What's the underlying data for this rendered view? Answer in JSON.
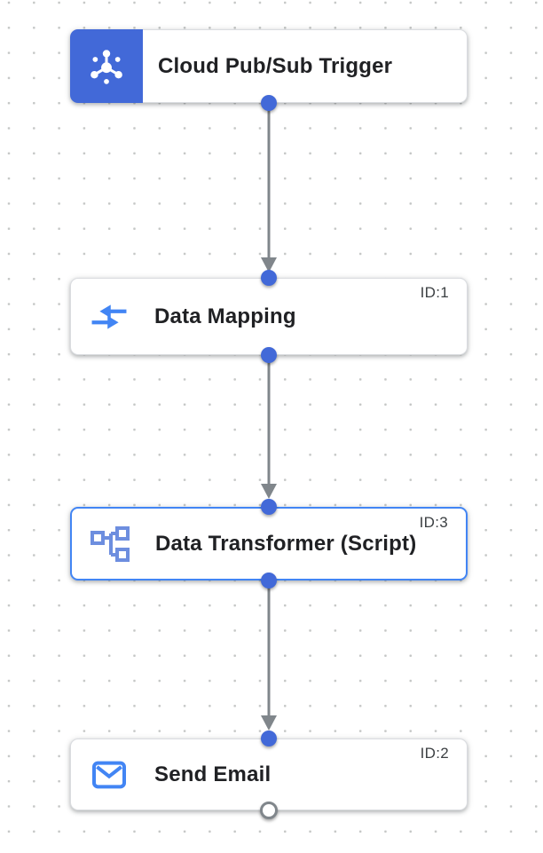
{
  "flow": {
    "nodes": [
      {
        "title": "Cloud Pub/Sub Trigger",
        "icon": "pubsub-icon",
        "kind": "trigger"
      },
      {
        "title": "Data Mapping",
        "id_label": "ID:1",
        "icon": "data-mapping-icon",
        "kind": "task"
      },
      {
        "title": "Data Transformer (Script)",
        "id_label": "ID:3",
        "icon": "data-transformer-icon",
        "kind": "task",
        "selected": true
      },
      {
        "title": "Send Email",
        "id_label": "ID:2",
        "icon": "email-icon",
        "kind": "task"
      }
    ],
    "edges": [
      {
        "from": "Cloud Pub/Sub Trigger",
        "to": "Data Mapping"
      },
      {
        "from": "Data Mapping",
        "to": "Data Transformer (Script)"
      },
      {
        "from": "Data Transformer (Script)",
        "to": "Send Email"
      }
    ],
    "colors": {
      "accent_blue": "#4269d8",
      "selected_border_blue": "#4285f4",
      "icon_blue": "#4285f4",
      "transformer_icon_blue": "#6d8edf",
      "edge_gray": "#80868b",
      "node_border": "#dadce0",
      "title_text": "#202124",
      "id_text": "#3c4043",
      "grid_dot": "#c5c7c6",
      "canvas_bg": "#ffffff"
    }
  }
}
